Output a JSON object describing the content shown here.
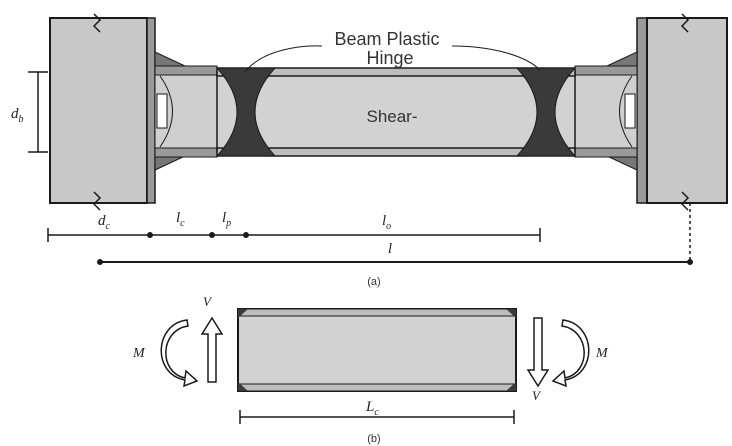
{
  "labels": {
    "hinge_line1": "Beam Plastic",
    "hinge_line2": "Hinge",
    "shear": "Shear-",
    "depth_label": "d",
    "depth_sub": "b",
    "dim_dc": "d",
    "dim_dc_sub": "c",
    "dim_lc": "l",
    "dim_lc_sub": "c",
    "dim_lp": "l",
    "dim_lp_sub": "p",
    "dim_lo": "l",
    "dim_lo_sub": "o",
    "dim_total": "l",
    "caption_a": "(a)",
    "shear_left": "V",
    "moment_left": "M",
    "moment_right": "M",
    "shear_right": "V",
    "dim_link": "L",
    "dim_link_sub": "c",
    "caption_b": "(b)"
  },
  "colors": {
    "column_fill": "#c8c8c8",
    "web_fill": "#d2d2d2",
    "hinge_fill": "#3a3a3a",
    "stroke": "#1a1a1a",
    "arrow_fill": "#ffffff"
  }
}
